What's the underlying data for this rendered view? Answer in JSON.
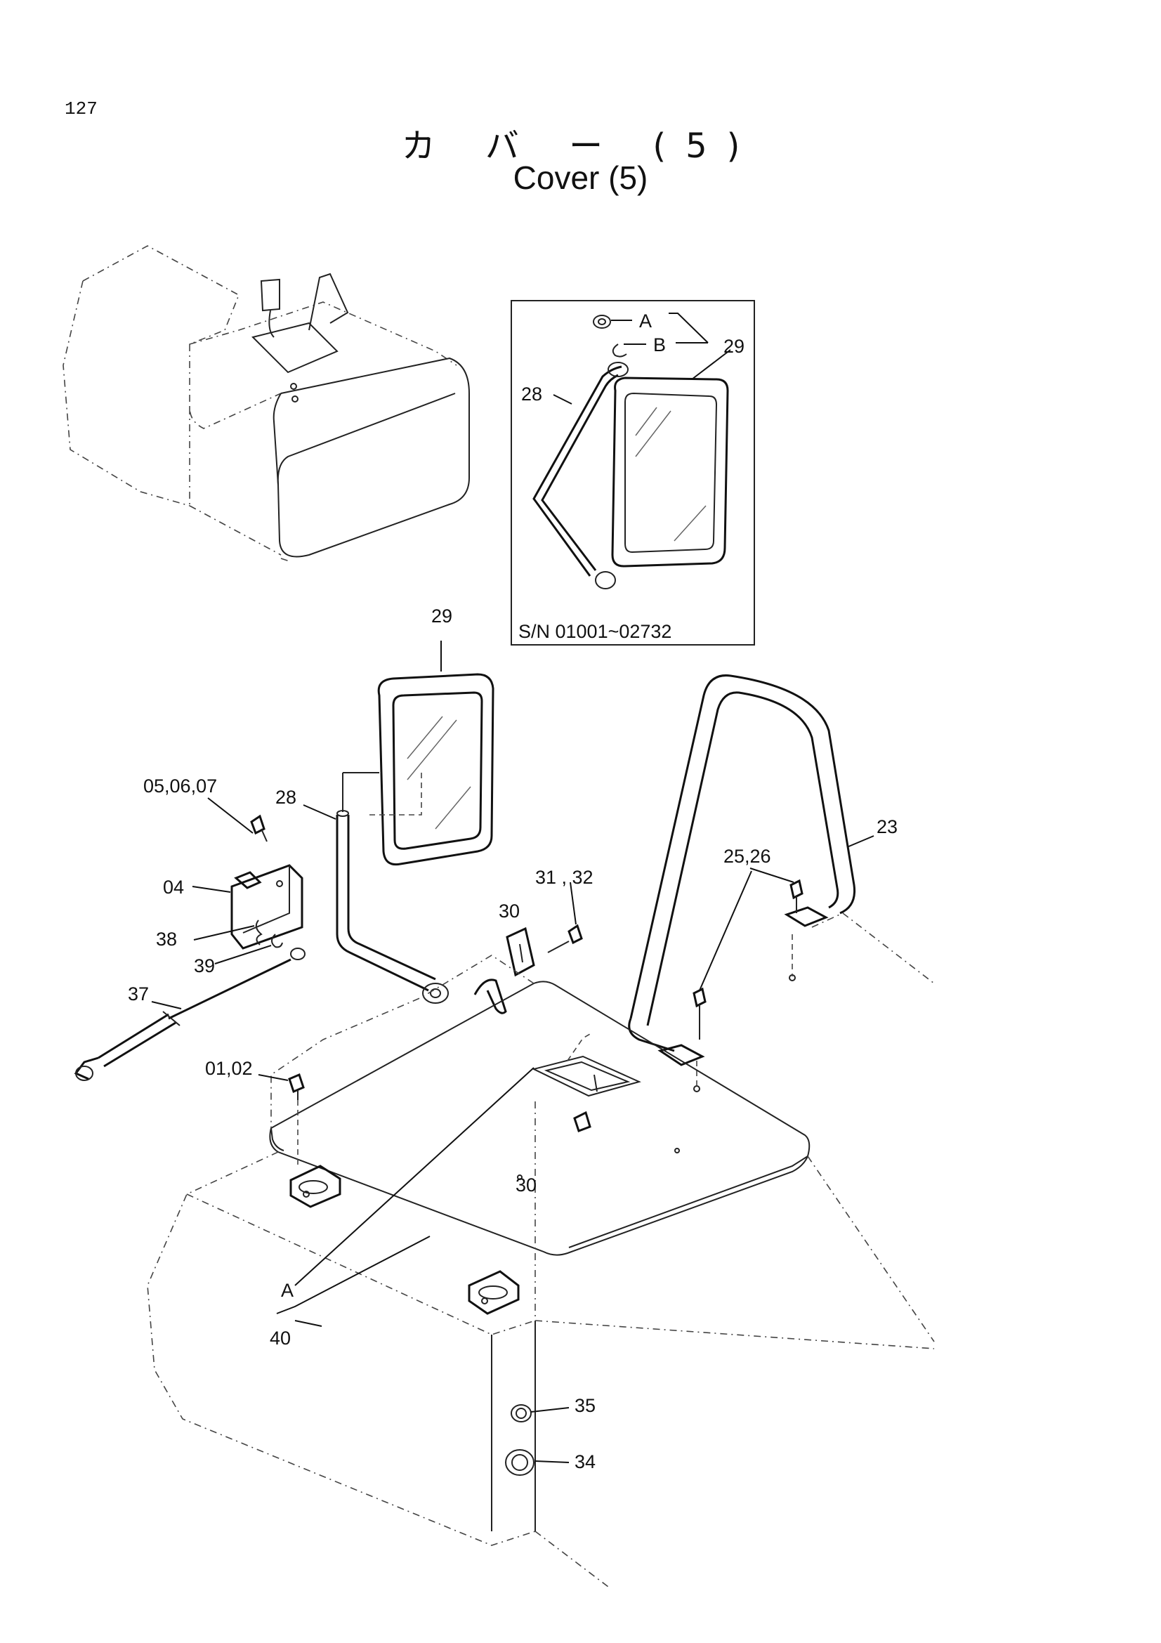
{
  "page_number": "127",
  "title_jp": "カ バ ー (5)",
  "title_en": "Cover (5)",
  "inset": {
    "serial_range": "S/N 01001~02732",
    "labels": {
      "a": "A",
      "b": "B",
      "l29": "29",
      "l28": "28"
    }
  },
  "callouts": {
    "c29": "29",
    "c28": "28",
    "c05": "05,06,07",
    "c04": "04",
    "c38": "38",
    "c39": "39",
    "c37": "37",
    "c01": "01,02",
    "c30": "30",
    "c31": "31 , 32",
    "c23": "23",
    "c25": "25,26",
    "c30b": "30",
    "cA": "A",
    "c40": "40",
    "c35": "35",
    "c34": "34"
  }
}
